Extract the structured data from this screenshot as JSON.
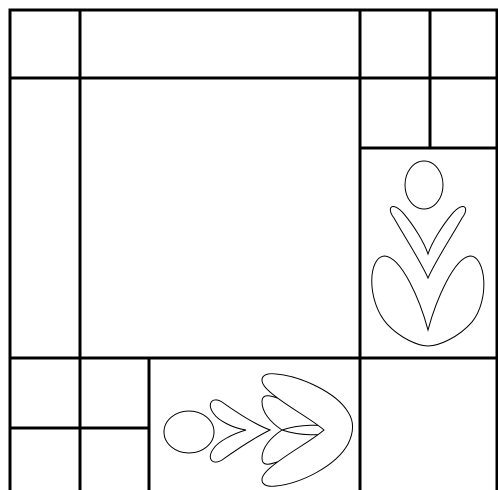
{
  "title": "",
  "colors": {
    "background": "#ffffff",
    "line": "#000000",
    "motif_fill": "#ffffff"
  },
  "regions": [
    {
      "name": "top-left-corner-block",
      "kind": "plain"
    },
    {
      "name": "top-border-strip",
      "kind": "plain"
    },
    {
      "name": "top-right-corner-block-left",
      "kind": "plain"
    },
    {
      "name": "top-right-corner-block-right",
      "kind": "plain"
    },
    {
      "name": "left-border-strip",
      "kind": "plain"
    },
    {
      "name": "center-square",
      "kind": "plain"
    },
    {
      "name": "right-upper-block",
      "kind": "plain"
    },
    {
      "name": "right-upper-block-narrow",
      "kind": "plain"
    },
    {
      "name": "right-flower-panel",
      "kind": "flower-upright"
    },
    {
      "name": "bottom-left-grid",
      "kind": "plain"
    },
    {
      "name": "bottom-flower-panel",
      "kind": "flower-sideways"
    },
    {
      "name": "bottom-right-corner-block",
      "kind": "plain"
    }
  ]
}
